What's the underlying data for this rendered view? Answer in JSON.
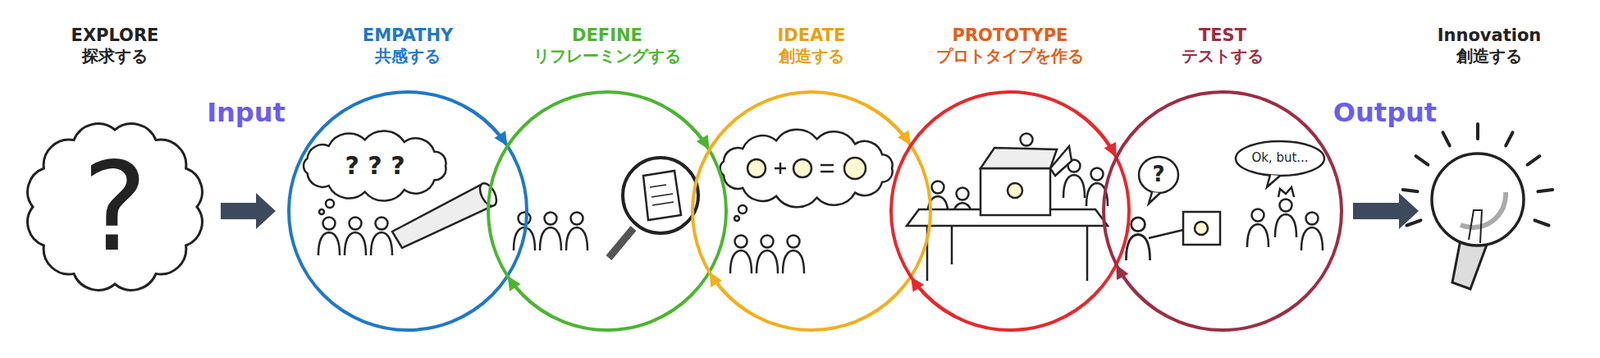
{
  "diagram": {
    "nodes": [
      {
        "text": [
          "EXPLORE",
          "探求する"
        ]
      },
      {
        "text": [
          "EMPATHY",
          "共感する"
        ]
      },
      {
        "text": [
          "DEFINE",
          "リフレーミングする"
        ]
      },
      {
        "text": [
          "IDEATE",
          "創造する"
        ]
      },
      {
        "text": [
          "PROTOTYPE",
          "プロトタイプを作る"
        ]
      },
      {
        "text": [
          "TEST",
          "テストする"
        ]
      },
      {
        "text": [
          "Innovation",
          "創造する"
        ]
      }
    ],
    "edges": [
      {
        "from": 0,
        "to": 1,
        "arrow": "to"
      },
      {
        "from": 1,
        "to": 2,
        "arrow": "to"
      },
      {
        "from": 2,
        "to": 1,
        "arrow": "to"
      },
      {
        "from": 2,
        "to": 3,
        "arrow": "to"
      },
      {
        "from": 3,
        "to": 2,
        "arrow": "to"
      },
      {
        "from": 3,
        "to": 4,
        "arrow": "to"
      },
      {
        "from": 4,
        "to": 3,
        "arrow": "to"
      },
      {
        "from": 4,
        "to": 5,
        "arrow": "to"
      },
      {
        "from": 5,
        "to": 4,
        "arrow": "to"
      },
      {
        "from": 5,
        "to": 6,
        "arrow": "to"
      }
    ],
    "labels": [
      "Input",
      "Output",
      "?",
      "? ? ?",
      "?",
      "Ok, but..."
    ]
  }
}
